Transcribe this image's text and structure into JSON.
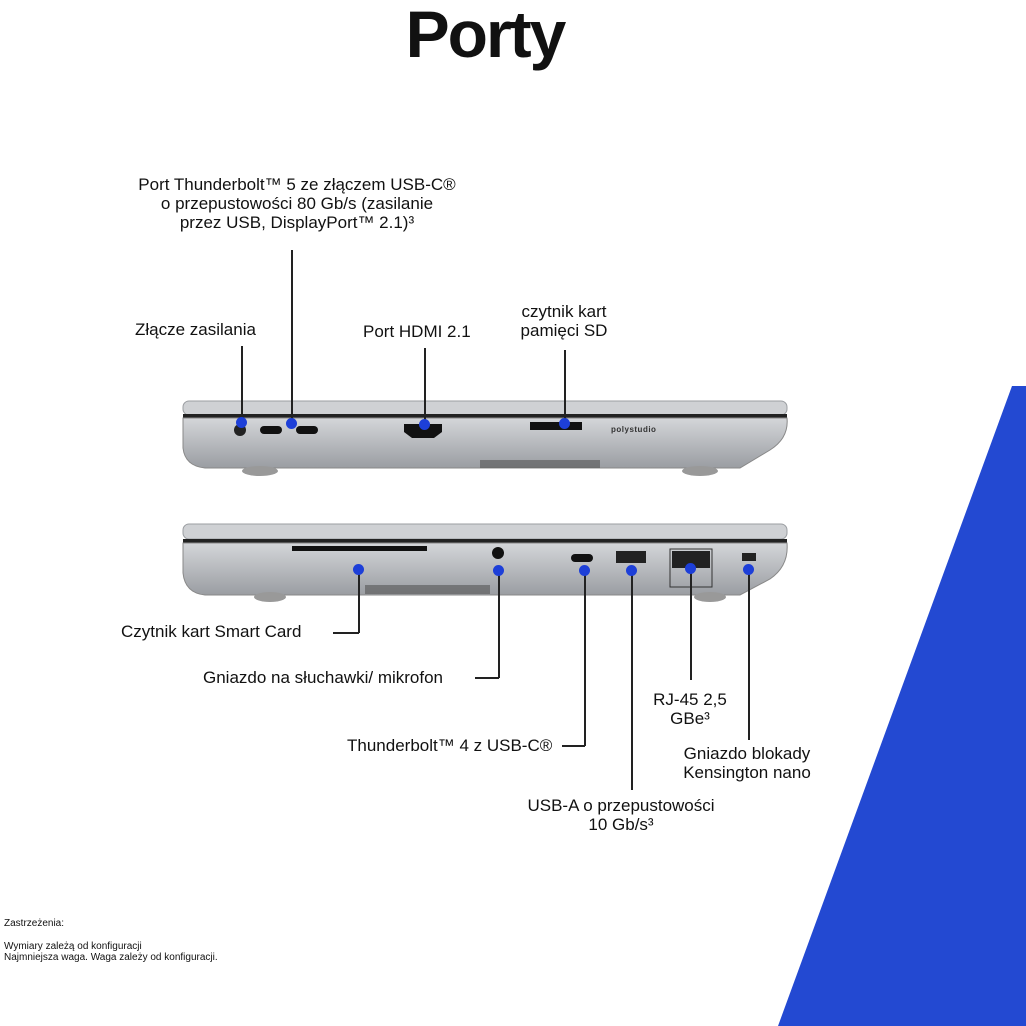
{
  "title": "Porty",
  "labels": {
    "tb5": [
      "Port Thunderbolt™ 5 ze złączem USB-C®",
      "o przepustowości 80 Gb/s (zasilanie",
      "przez USB, DisplayPort™ 2.1)³"
    ],
    "power": "Złącze zasilania",
    "hdmi": "Port HDMI 2.1",
    "sd": [
      "czytnik kart",
      "pamięci SD"
    ],
    "smartcard": "Czytnik kart Smart Card",
    "audio": "Gniazdo na słuchawki/ mikrofon",
    "tb4": "Thunderbolt™ 4 z USB-C®",
    "usba": [
      "USB-A o przepustowości",
      "10 Gb/s³"
    ],
    "rj45": [
      "RJ-45 2,5",
      "GBe³"
    ],
    "kensington": [
      "Gniazdo blokady",
      "Kensington nano"
    ]
  },
  "brand": "polystudio",
  "disclaimer": {
    "heading": "Zastrzeżenia:",
    "lines": [
      "Wymiary zależą od konfiguracji",
      "Najmniejsza waga. Waga zależy od konfiguracji."
    ]
  },
  "colors": {
    "accent": "#1d3fd8",
    "triangle": "#2349d2"
  }
}
